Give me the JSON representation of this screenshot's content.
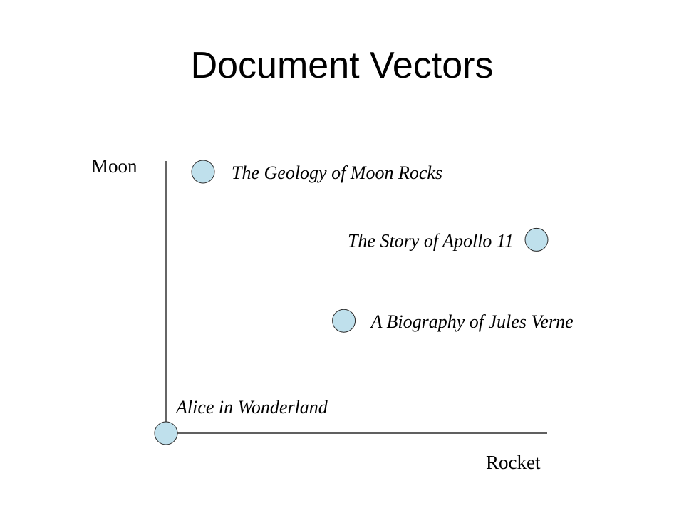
{
  "title": "Document Vectors",
  "axes": {
    "y_label": "Moon",
    "x_label": "Rocket"
  },
  "colors": {
    "point_fill": "#bfe0ec",
    "point_stroke": "#2a2a2a",
    "axis": "#000000"
  },
  "documents": [
    {
      "label": "The Geology of Moon Rocks",
      "rocket": 0.1,
      "moon": 1.0
    },
    {
      "label": "The Story of Apollo 11",
      "rocket": 1.0,
      "moon": 0.74
    },
    {
      "label": "A Biography of Jules Verne",
      "rocket": 0.48,
      "moon": 0.43
    },
    {
      "label": "Alice in Wonderland",
      "rocket": 0.0,
      "moon": 0.0
    }
  ]
}
